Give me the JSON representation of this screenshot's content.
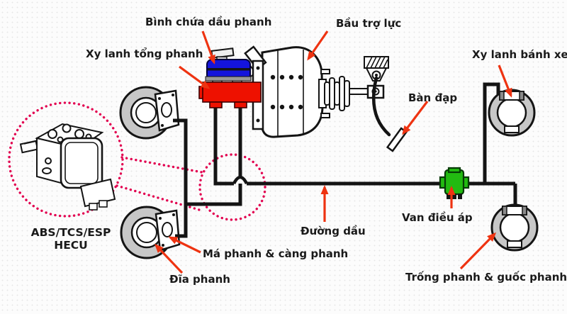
{
  "diagram": {
    "labels": {
      "reservoir": "Bình chứa dầu phanh",
      "booster": "Bầu trợ lực",
      "master_cylinder": "Xy lanh tổng phanh",
      "wheel_cylinder": "Xy lanh bánh xe",
      "pedal": "Bàn đạp",
      "valve": "Van điều áp",
      "oil_line": "Đường dầu",
      "pads_caliper": "Má phanh & càng phanh",
      "disc": "Đĩa phanh",
      "drum_shoes": "Trống phanh & guốc phanh",
      "abs_line1": "ABS/TCS/ESP",
      "abs_line2": "HECU"
    }
  },
  "colors": {
    "label_black": "#1a1a1a",
    "arrow_red": "#ee3311",
    "reservoir_blue": "#1414dc",
    "cylinder_red": "#ee1100",
    "valve_green": "#22bb11",
    "line_black": "#141414",
    "part_gray": "#c7c7c7",
    "magnifier_pink": "#e2004f",
    "background": "#fcfcfc"
  }
}
